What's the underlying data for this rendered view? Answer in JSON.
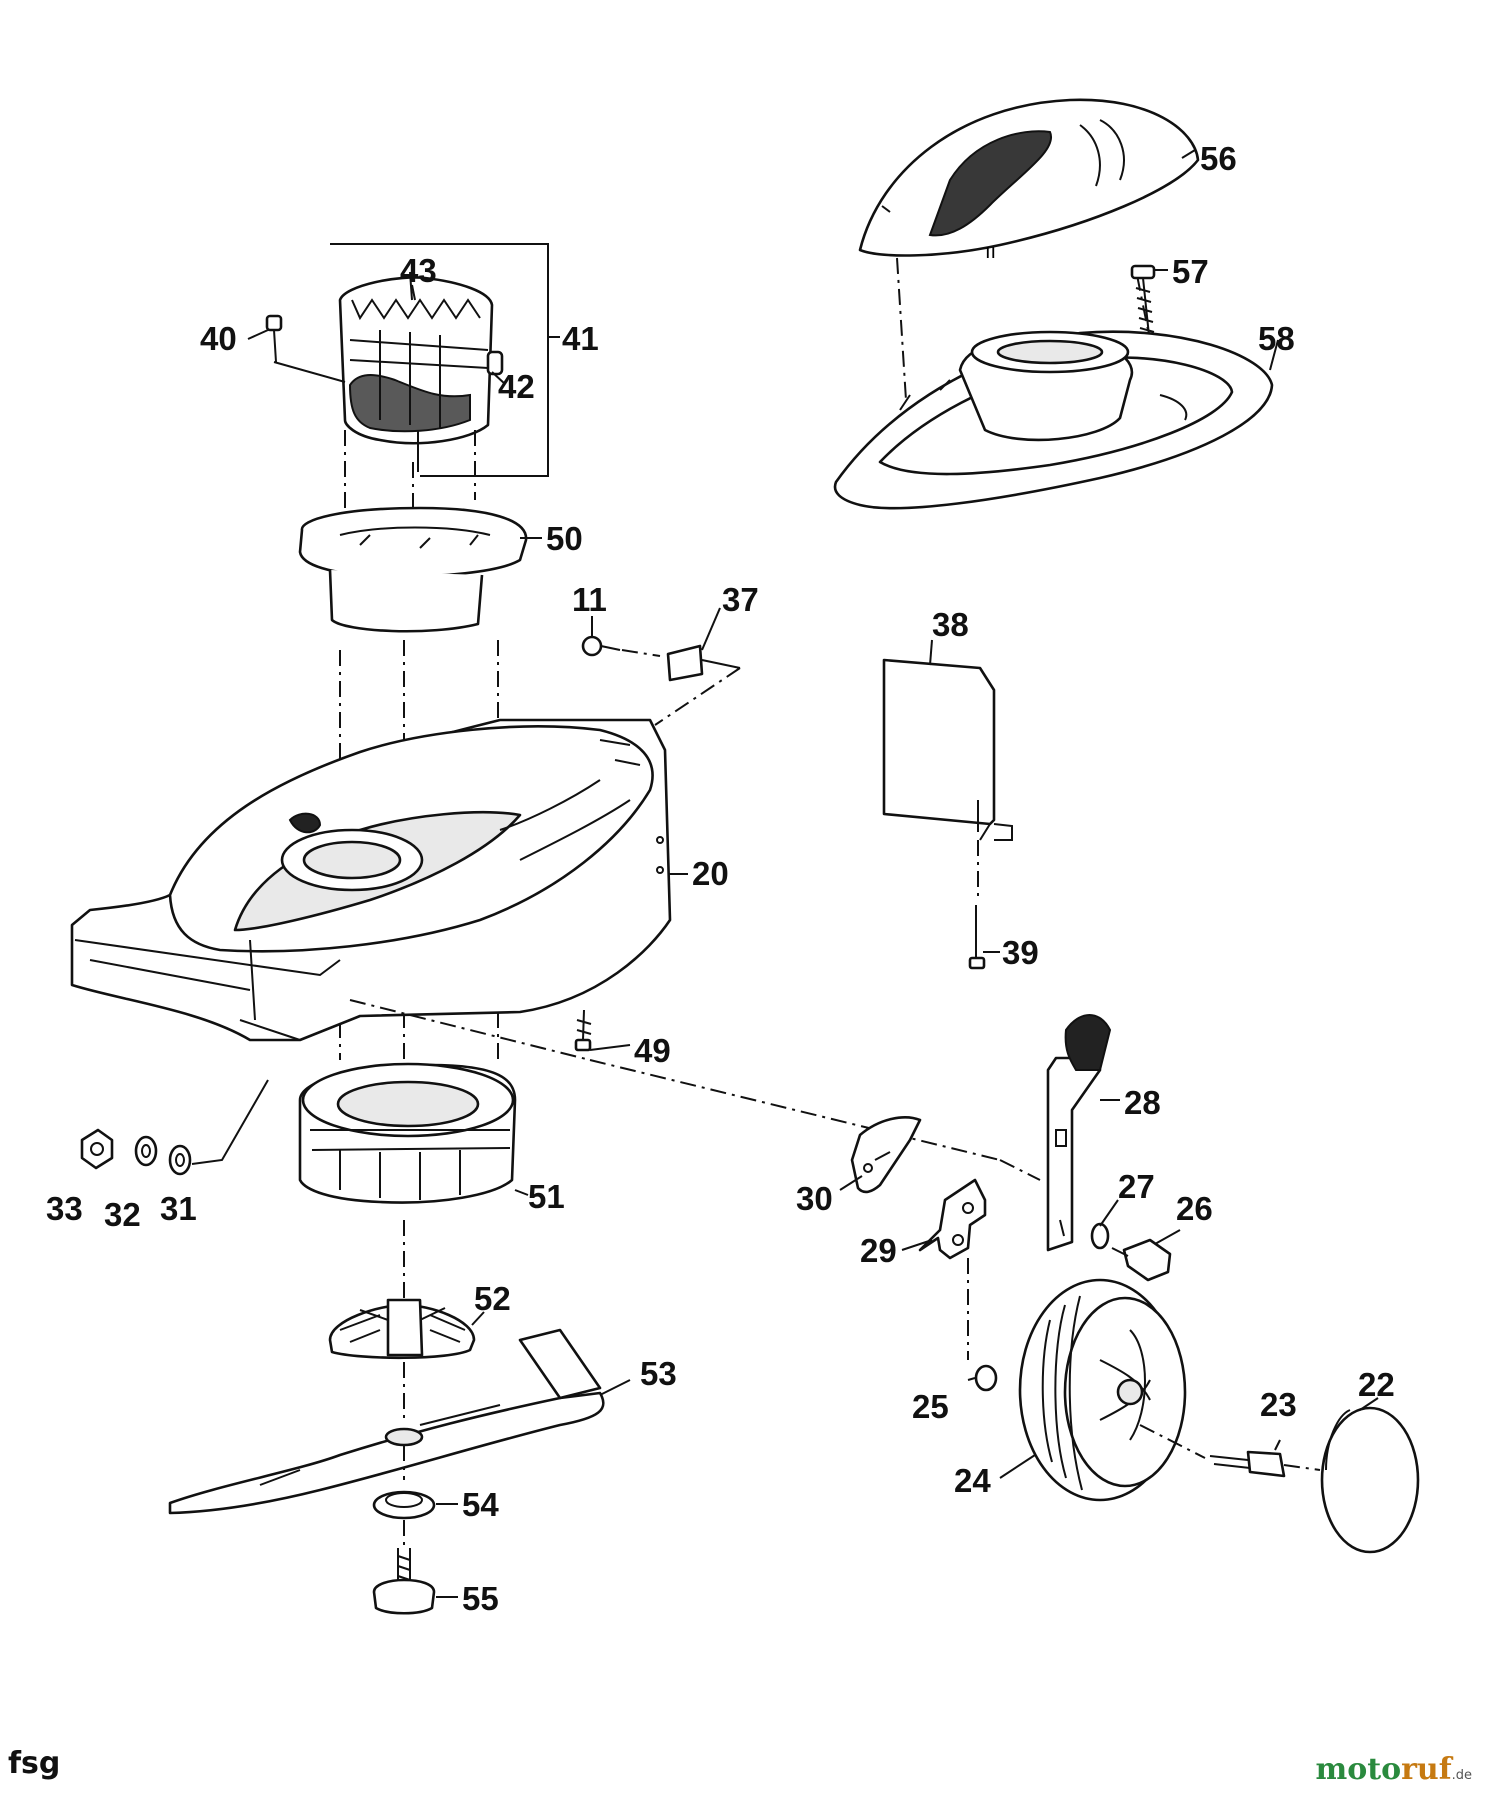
{
  "callouts": [
    {
      "n": "56"
    },
    {
      "n": "57"
    },
    {
      "n": "58"
    },
    {
      "n": "43"
    },
    {
      "n": "40"
    },
    {
      "n": "41"
    },
    {
      "n": "42"
    },
    {
      "n": "50"
    },
    {
      "n": "11"
    },
    {
      "n": "37"
    },
    {
      "n": "38"
    },
    {
      "n": "20"
    },
    {
      "n": "39"
    },
    {
      "n": "49"
    },
    {
      "n": "28"
    },
    {
      "n": "33"
    },
    {
      "n": "32"
    },
    {
      "n": "31"
    },
    {
      "n": "51"
    },
    {
      "n": "30"
    },
    {
      "n": "27"
    },
    {
      "n": "26"
    },
    {
      "n": "29"
    },
    {
      "n": "52"
    },
    {
      "n": "53"
    },
    {
      "n": "25"
    },
    {
      "n": "23"
    },
    {
      "n": "22"
    },
    {
      "n": "24"
    },
    {
      "n": "54"
    },
    {
      "n": "55"
    }
  ],
  "footer": {
    "code": "fsg",
    "brand_main": "moto",
    "brand_accent": "ruf",
    "brand_tld": ".de"
  }
}
